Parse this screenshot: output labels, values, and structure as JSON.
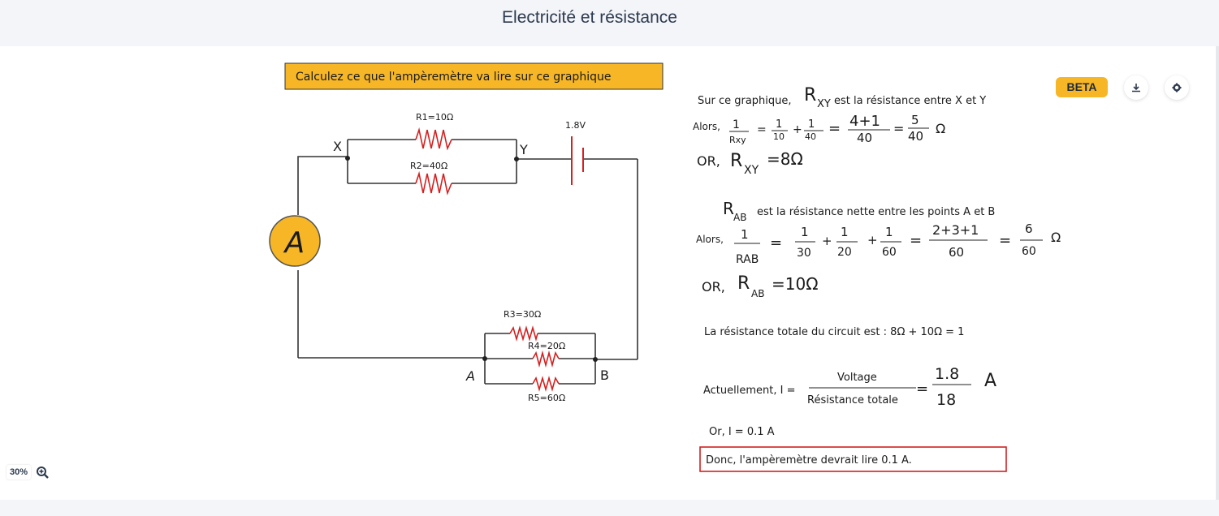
{
  "header": {
    "title": "Electricité et résistance"
  },
  "toolbar": {
    "beta": "BETA",
    "download_icon": "download-icon",
    "settings_icon": "gear-icon"
  },
  "zoom": {
    "level": "30%",
    "icon": "zoom-in-icon"
  },
  "diagram": {
    "banner": "Calculez ce que l'ampèremètre va lire sur ce graphique",
    "r1": "R1=10Ω",
    "r2": "R2=40Ω",
    "r3": "R3=30Ω",
    "r4": "R4=20Ω",
    "r5": "R5=60Ω",
    "voltage": "1.8V",
    "node_x": "X",
    "node_y": "Y",
    "node_a": "A",
    "node_b": "B",
    "ammeter": "A"
  },
  "solution": {
    "l1_pre": "Sur ce graphique,",
    "l1_r": "R",
    "l1_sub": "XY",
    "l1_post": "est la résistance entre X et Y",
    "l2_alors": "Alors,",
    "l2_n1": "1",
    "l2_d1": "Rxy",
    "l2_n2": "1",
    "l2_d2": "10",
    "l2_n3": "1",
    "l2_d3": "40",
    "l2_n4": "4+1",
    "l2_d4": "40",
    "l2_n5": "5",
    "l2_d5": "40",
    "l2_unit": "Ω",
    "l3_or": "OR,",
    "l3_r": "R",
    "l3_sub": "XY",
    "l3_val": "=8Ω",
    "l4_r": "R",
    "l4_sub": "AB",
    "l4_post": "est la résistance nette entre les points A et B",
    "l5_alors": "Alors,",
    "l5_n1": "1",
    "l5_d1": "RAB",
    "l5_n2": "1",
    "l5_d2": "30",
    "l5_n3": "1",
    "l5_d3": "20",
    "l5_n4": "1",
    "l5_d4": "60",
    "l5_n5": "2+3+1",
    "l5_d5": "60",
    "l5_n6": "6",
    "l5_d6": "60",
    "l5_unit": "Ω",
    "l6_or": "OR,",
    "l6_r": "R",
    "l6_sub": "AB",
    "l6_val": "=10Ω",
    "l7": "La résistance totale du circuit est : 8Ω + 10Ω = 1",
    "l8_pre": "Actuellement, I =",
    "l8_num": "Voltage",
    "l8_den": "Résistance totale",
    "l8_n2": "1.8",
    "l8_d2": "18",
    "l8_unit": "A",
    "l9": "Or, I = 0.1 A",
    "l10": "Donc, l'ampèremètre devrait lire 0.1 A."
  }
}
